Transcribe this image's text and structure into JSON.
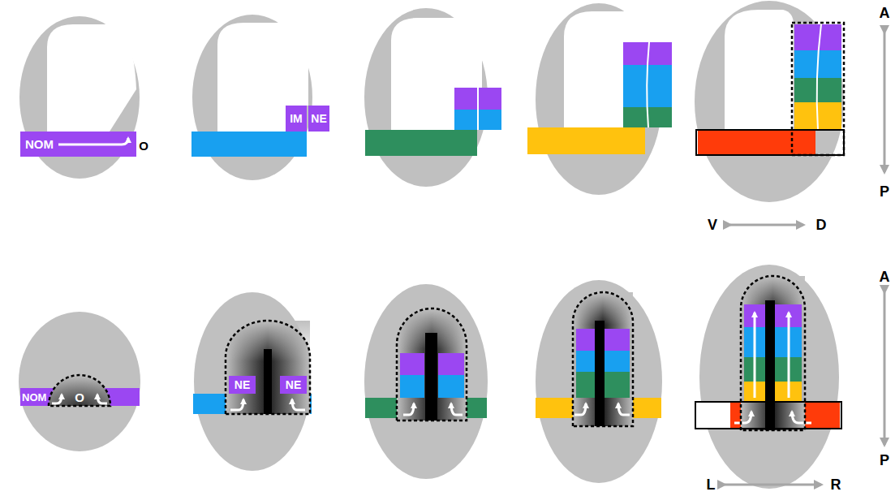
{
  "diagram": {
    "nodes": [
      {
        "text": [
          "NOM"
        ]
      },
      {
        "text": [
          "IM"
        ]
      },
      {
        "text": [
          "NE"
        ]
      },
      {
        "text": [
          "NOM"
        ]
      },
      {
        "text": [
          "NE"
        ]
      },
      {
        "text": [
          "NE"
        ]
      }
    ],
    "labels": [
      "O",
      "O",
      "A",
      "P",
      "V",
      "D",
      "A",
      "P",
      "L",
      "R"
    ]
  }
}
